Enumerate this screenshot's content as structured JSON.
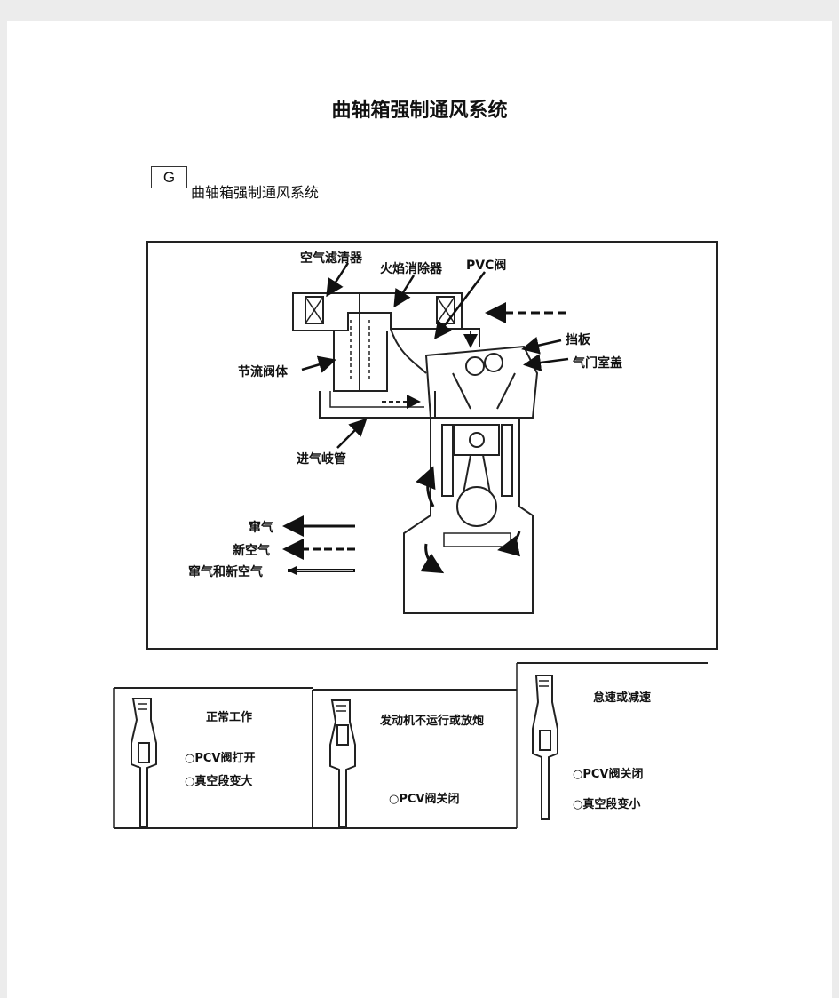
{
  "document": {
    "title": "曲轴箱强制通风系统",
    "section_marker": "G",
    "section_title": "曲轴箱强制通风系统"
  },
  "diagram": {
    "labels": {
      "air_filter": "空气滤清器",
      "flame_arrester": "火焰消除器",
      "pcv_valve": "PVC阀",
      "baffle": "挡板",
      "valve_cover": "气门室盖",
      "throttle_body": "节流阀体",
      "intake_manifold": "进气岐管"
    },
    "legend": [
      {
        "label": "窜气",
        "line": "solid"
      },
      {
        "label": "新空气",
        "line": "dashed"
      },
      {
        "label": "窜气和新空气",
        "line": "hollow"
      }
    ]
  },
  "panels": [
    {
      "title": "正常工作",
      "notes": [
        "○PCV阀打开",
        "○真空段变大"
      ]
    },
    {
      "title": "发动机不运行或放炮",
      "notes": [
        "○PCV阀关闭"
      ]
    },
    {
      "title": "怠速或减速",
      "notes": [
        "○PCV阀关闭",
        "○真空段变小"
      ]
    }
  ]
}
